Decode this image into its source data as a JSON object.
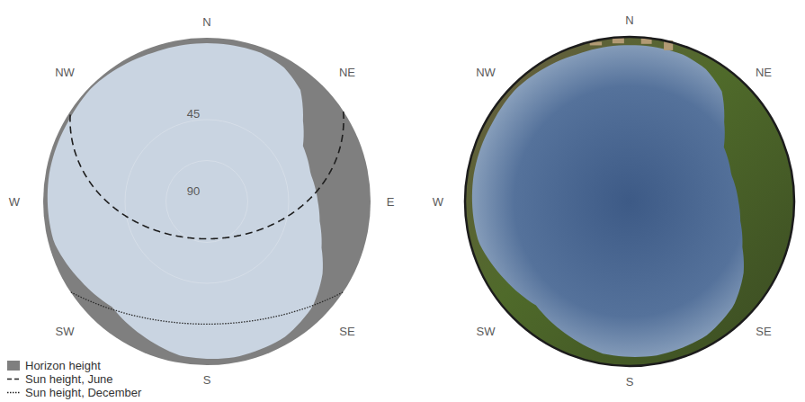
{
  "diagram": {
    "labels": [
      "N",
      "NW",
      "NE",
      "45",
      "W",
      "90",
      "E",
      "SW",
      "SE",
      "S",
      "N",
      "NW",
      "NE",
      "W",
      "SW",
      "SE",
      "S"
    ],
    "legend": [
      {
        "text": "Horizon height",
        "color": "#7f7f7f"
      },
      {
        "text": "Sun height, June"
      },
      {
        "text": "Sun height, December"
      }
    ]
  }
}
